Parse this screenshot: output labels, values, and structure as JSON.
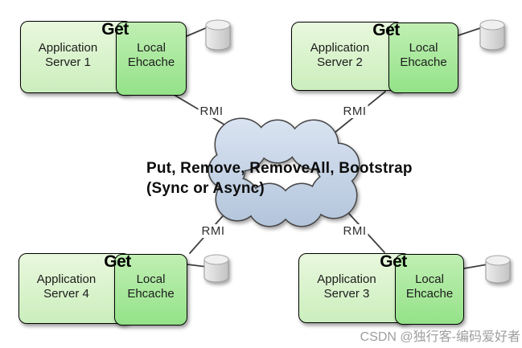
{
  "diagram": {
    "cloud": {
      "operations_line1": "Put, Remove, RemoveAll, Bootstrap",
      "operations_line2": "(Sync or Async)"
    },
    "groups": [
      {
        "get_label": "Get",
        "server_line1": "Application",
        "server_line2": "Server 1",
        "cache_line1": "Local",
        "cache_line2": "Ehcache"
      },
      {
        "get_label": "Get",
        "server_line1": "Application",
        "server_line2": "Server 2",
        "cache_line1": "Local",
        "cache_line2": "Ehcache"
      },
      {
        "get_label": "Get",
        "server_line1": "Application",
        "server_line2": "Server 3",
        "cache_line1": "Local",
        "cache_line2": "Ehcache"
      },
      {
        "get_label": "Get",
        "server_line1": "Application",
        "server_line2": "Server 4",
        "cache_line1": "Local",
        "cache_line2": "Ehcache"
      }
    ],
    "links": [
      {
        "label": "RMI"
      },
      {
        "label": "RMI"
      },
      {
        "label": "RMI"
      },
      {
        "label": "RMI"
      }
    ],
    "icons": {
      "database": "database-cylinder-icon",
      "cloud": "network-cloud"
    }
  },
  "watermark": "CSDN @独行客-编码爱好者",
  "colors": {
    "app_server_fill_top": "#e9f8dd",
    "app_server_fill_bottom": "#cbeebd",
    "ehcache_fill_top": "#c0efb3",
    "ehcache_fill_bottom": "#94e289",
    "box_border": "#000000",
    "cloud_fill_top": "#d9e3f1",
    "cloud_fill_bottom": "#b2c4db",
    "cloud_border": "#474747",
    "connector_line": "#3f3f3f",
    "cylinder_fill": "#d9d9d9",
    "watermark_color": "#9e9e9e"
  }
}
